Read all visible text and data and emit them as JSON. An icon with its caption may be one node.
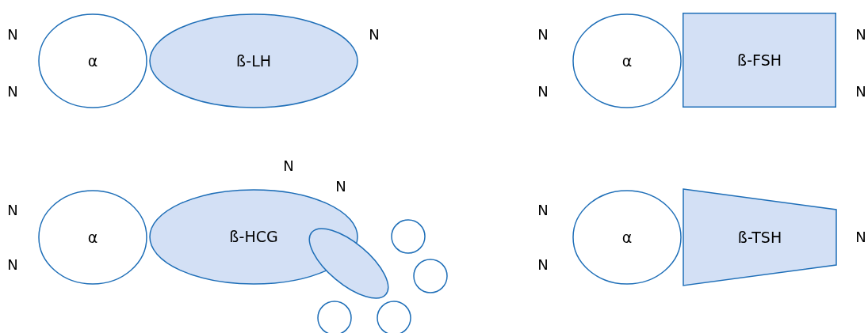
{
  "diagram": {
    "nodes": [
      {
        "text": [
          "α"
        ]
      },
      {
        "text": [
          "ß-LH"
        ]
      },
      {
        "text": [
          "α"
        ]
      },
      {
        "text": [
          "ß-FSH"
        ]
      },
      {
        "text": [
          "α"
        ]
      },
      {
        "text": [
          "ß-HCG"
        ]
      },
      {
        "text": [],
        "shape": "ellipse"
      },
      {
        "text": [],
        "shape": "circle"
      },
      {
        "text": [],
        "shape": "circle"
      },
      {
        "text": [],
        "shape": "circle"
      },
      {
        "text": [],
        "shape": "circle"
      },
      {
        "text": [
          "α"
        ]
      },
      {
        "text": [
          "ß-TSH"
        ]
      }
    ],
    "edges": [],
    "labels": [
      "N",
      "N",
      "N",
      "N",
      "N",
      "N",
      "N",
      "N",
      "N",
      "N",
      "N",
      "N",
      "N",
      "N"
    ]
  }
}
